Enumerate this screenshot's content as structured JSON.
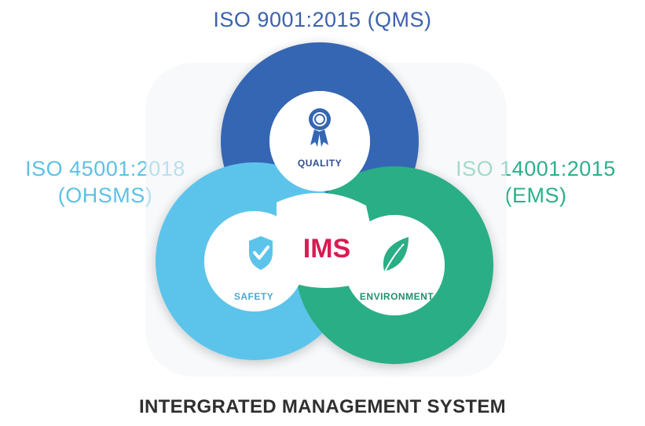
{
  "standards": {
    "qms": {
      "line1": "ISO 9001:2015 (QMS)"
    },
    "ohsms": {
      "line1": "ISO 45001:2018",
      "line2": "(OHSMS)"
    },
    "ems": {
      "line1": "ISO 14001:2015",
      "line2": "(EMS)"
    }
  },
  "rings": {
    "quality": {
      "label": "QUALITY",
      "icon": "award-ribbon-icon",
      "color": "#3466b3"
    },
    "safety": {
      "label": "SAFETY",
      "icon": "shield-check-icon",
      "color": "#5cc4ea"
    },
    "environment": {
      "label": "ENVIRONMENT",
      "icon": "leaf-icon",
      "color": "#2aae86"
    }
  },
  "center": {
    "label": "IMS",
    "color": "#d81b52"
  },
  "footer": {
    "title": "INTERGRATED MANAGEMENT SYSTEM"
  }
}
